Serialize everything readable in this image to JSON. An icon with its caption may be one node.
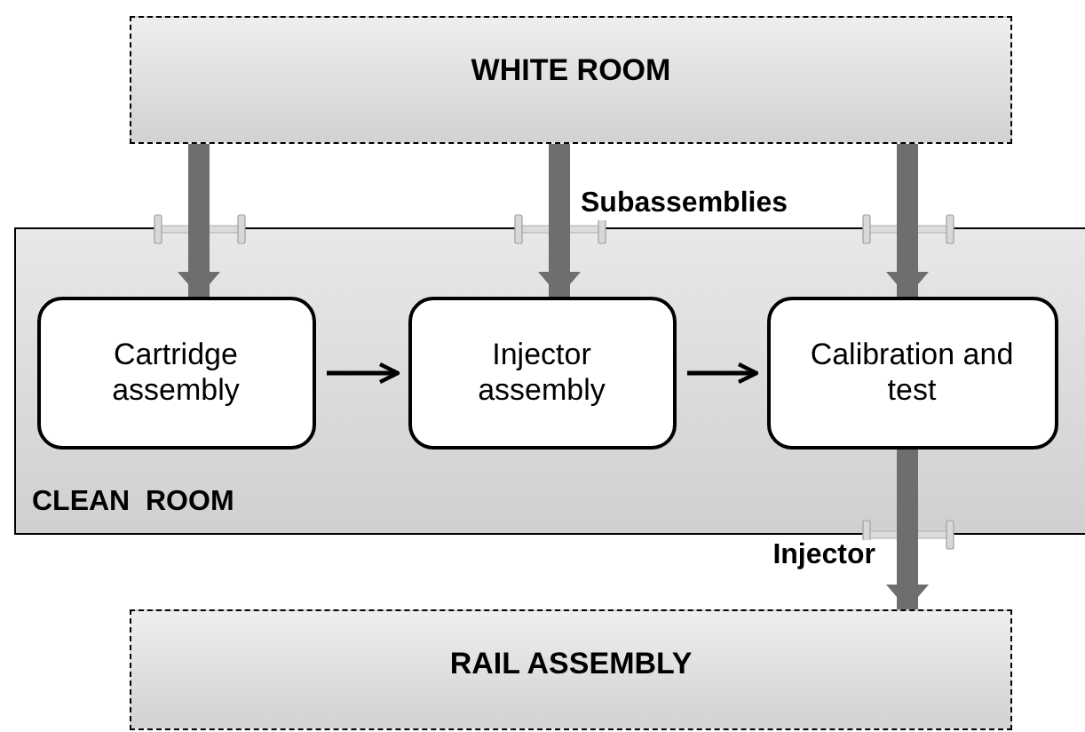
{
  "diagram": {
    "nodes": [
      {
        "text": [
          "WHITE ROOM"
        ]
      },
      {
        "text": [
          "CLEAN  ROOM"
        ]
      },
      {
        "text": [
          "Cartridge assembly"
        ],
        "in": 1
      },
      {
        "text": [
          "Injector assembly"
        ],
        "in": 1
      },
      {
        "text": [
          "Calibration and test"
        ],
        "in": 1
      },
      {
        "text": [
          "RAIL ASSEMBLY"
        ]
      }
    ],
    "edges": [
      {
        "from": 0,
        "to": 2,
        "arrow": "to"
      },
      {
        "from": 0,
        "to": 3,
        "arrow": "to",
        "label": "Subassemblies"
      },
      {
        "from": 0,
        "to": 4,
        "arrow": "to"
      },
      {
        "from": 2,
        "to": 3,
        "arrow": "to",
        "color": "#000000"
      },
      {
        "from": 3,
        "to": 4,
        "arrow": "to",
        "color": "#000000"
      },
      {
        "from": 4,
        "to": 5,
        "arrow": "to",
        "label": "Injector"
      }
    ]
  }
}
